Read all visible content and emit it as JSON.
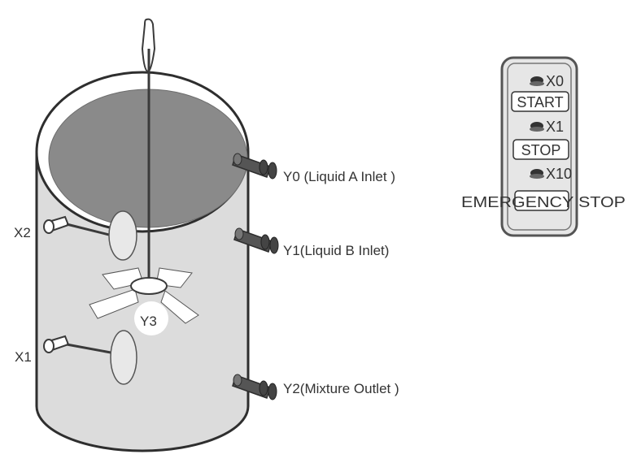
{
  "tank": {
    "outputs": {
      "y0": "Y0 (Liquid A Inlet )",
      "y1": "Y1(Liquid B Inlet)",
      "y2": "Y2(Mixture Outlet )",
      "y3": "Y3"
    },
    "sensors": {
      "x2": "X2",
      "x1": "X1"
    }
  },
  "control_panel": {
    "start": {
      "address": "X0",
      "label": "START"
    },
    "stop": {
      "address": "X1",
      "label": "STOP"
    },
    "emergency": {
      "address": "X10",
      "label": "EMERGENCY STOP"
    }
  },
  "colors": {
    "liquid": "#8a8a8a",
    "tank_body": "#dcdcdc",
    "panel_bg": "#e6e6e6",
    "panel_border": "#555555",
    "pipe": "#555555"
  }
}
